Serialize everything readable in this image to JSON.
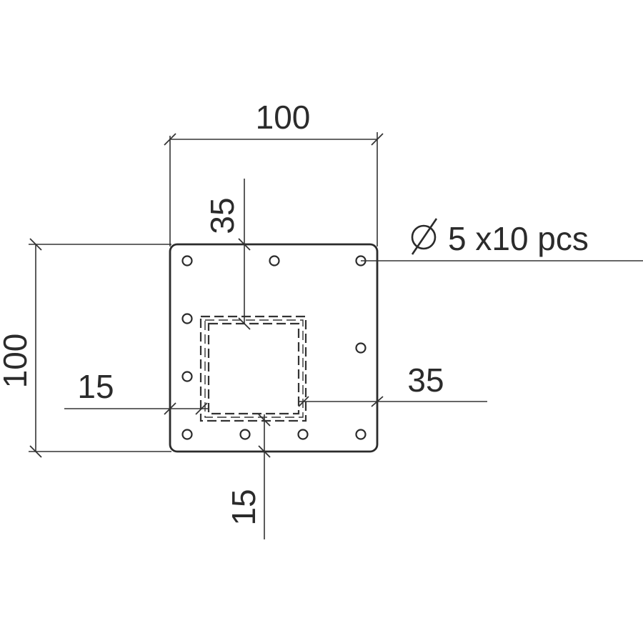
{
  "dimensions": {
    "width_top": "100",
    "height_left": "100",
    "offset_top": "35",
    "offset_right": "35",
    "offset_left": "15",
    "offset_bottom": "15"
  },
  "hole_callout": {
    "symbol": "∅",
    "text": "5 x10 pcs"
  }
}
